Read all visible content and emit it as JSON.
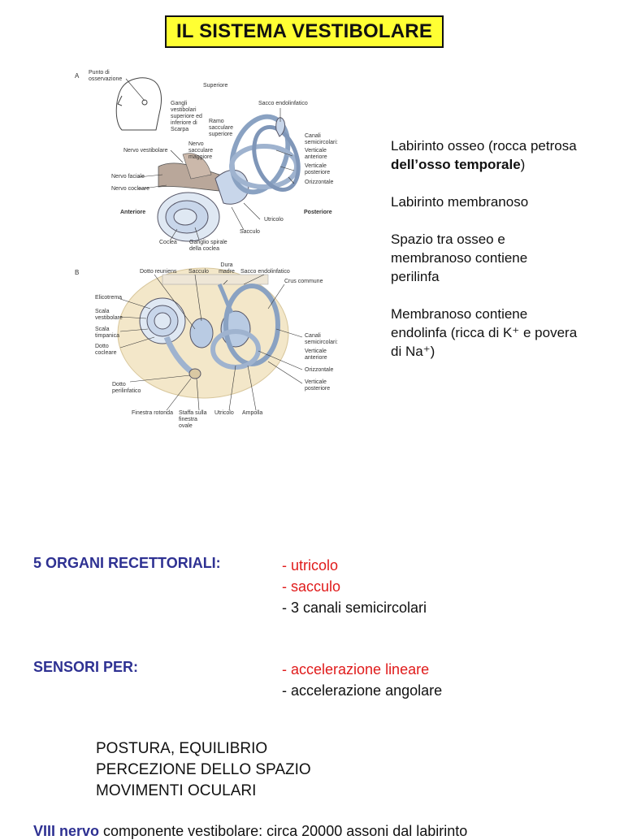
{
  "title": "IL SISTEMA VESTIBOLARE",
  "figure_a": {
    "letter": "A",
    "labels": {
      "punto_osservazione": "Punto di osservazione",
      "superiore": "Superiore",
      "sacco_endolinfatico": "Sacco endolinfatico",
      "gangli": "Gangli vestibolari superiore ed inferiore di Scarpa",
      "ramo_sacculare": "Ramo sacculare superiore",
      "nervo_sacculare": "Nervo sacculare maggiore",
      "nervo_vestibolare": "Nervo vestibolare",
      "canali_semicircolari": "Canali semicircolari:",
      "verticale_anteriore": "Verticale anteriore",
      "verticale_posteriore": "Verticale posteriore",
      "orizzontale": "Orizzontale",
      "nervo_faciale": "Nervo faciale",
      "nervo_cocleare": "Nervo cocleare",
      "anteriore": "Anteriore",
      "posteriore": "Posteriore",
      "utricolo": "Utricolo",
      "sacculo": "Sacculo",
      "coclea": "Coclea",
      "ganglio_spirale": "Ganglio spirale della coclea"
    }
  },
  "figure_b": {
    "letter": "B",
    "labels": {
      "dotto_reuniens": "Dotto reuniens",
      "sacculo": "Sacculo",
      "dura_madre": "Dura madre",
      "sacco_endolinfatico": "Sacco endolinfatico",
      "crus_commune": "Crus commune",
      "elicotrema": "Elicotrema",
      "scala_vestibolare": "Scala vestibolare",
      "scala_timpanica": "Scala timpanica",
      "dotto_cocleare": "Dotto cocleare",
      "canali_semicircolari": "Canali semicircolari:",
      "verticale_anteriore": "Verticale anteriore",
      "orizzontale": "Orizzontale",
      "verticale_posteriore": "Verticale posteriore",
      "dotto_perilinfatico": "Dotto perilinfatico",
      "finestra_rotonda": "Finestra rotonda",
      "staffa": "Staffa sulla finestra ovale",
      "utricolo": "Utricolo",
      "ampolla": "Ampolla"
    }
  },
  "right_text": {
    "p1_a": "Labirinto osseo (rocca petrosa",
    "p1_b": "dell’osso temporale",
    "p1_c": ")",
    "p2": "Labirinto membranoso",
    "p3_a": "Spazio tra osseo e",
    "p3_b": "membranoso contiene",
    "p3_c": "perilinfa",
    "p4_a": "Membranoso contiene",
    "p4_b": "endolinfa (ricca di K⁺ e povera",
    "p4_c": "di Na⁺)"
  },
  "organi": {
    "heading": "5 ORGANI RECETTORIALI:",
    "items": [
      "- utricolo",
      "- sacculo",
      "- 3 canali semicircolari"
    ]
  },
  "sensori": {
    "heading": "SENSORI PER:",
    "items": [
      "- accelerazione lineare",
      "- accelerazione angolare"
    ]
  },
  "functions": [
    "POSTURA, EQUILIBRIO",
    "PERCEZIONE DELLO SPAZIO",
    "MOVIMENTI OCULARI"
  ],
  "bottom_line": {
    "lead": "VIII nervo",
    "rest": "  componente vestibolare: circa 20000 assoni dal labirinto"
  },
  "colors": {
    "title_bg": "#ffff33",
    "heading_blue": "#2e3192",
    "red": "#e01b1b"
  }
}
